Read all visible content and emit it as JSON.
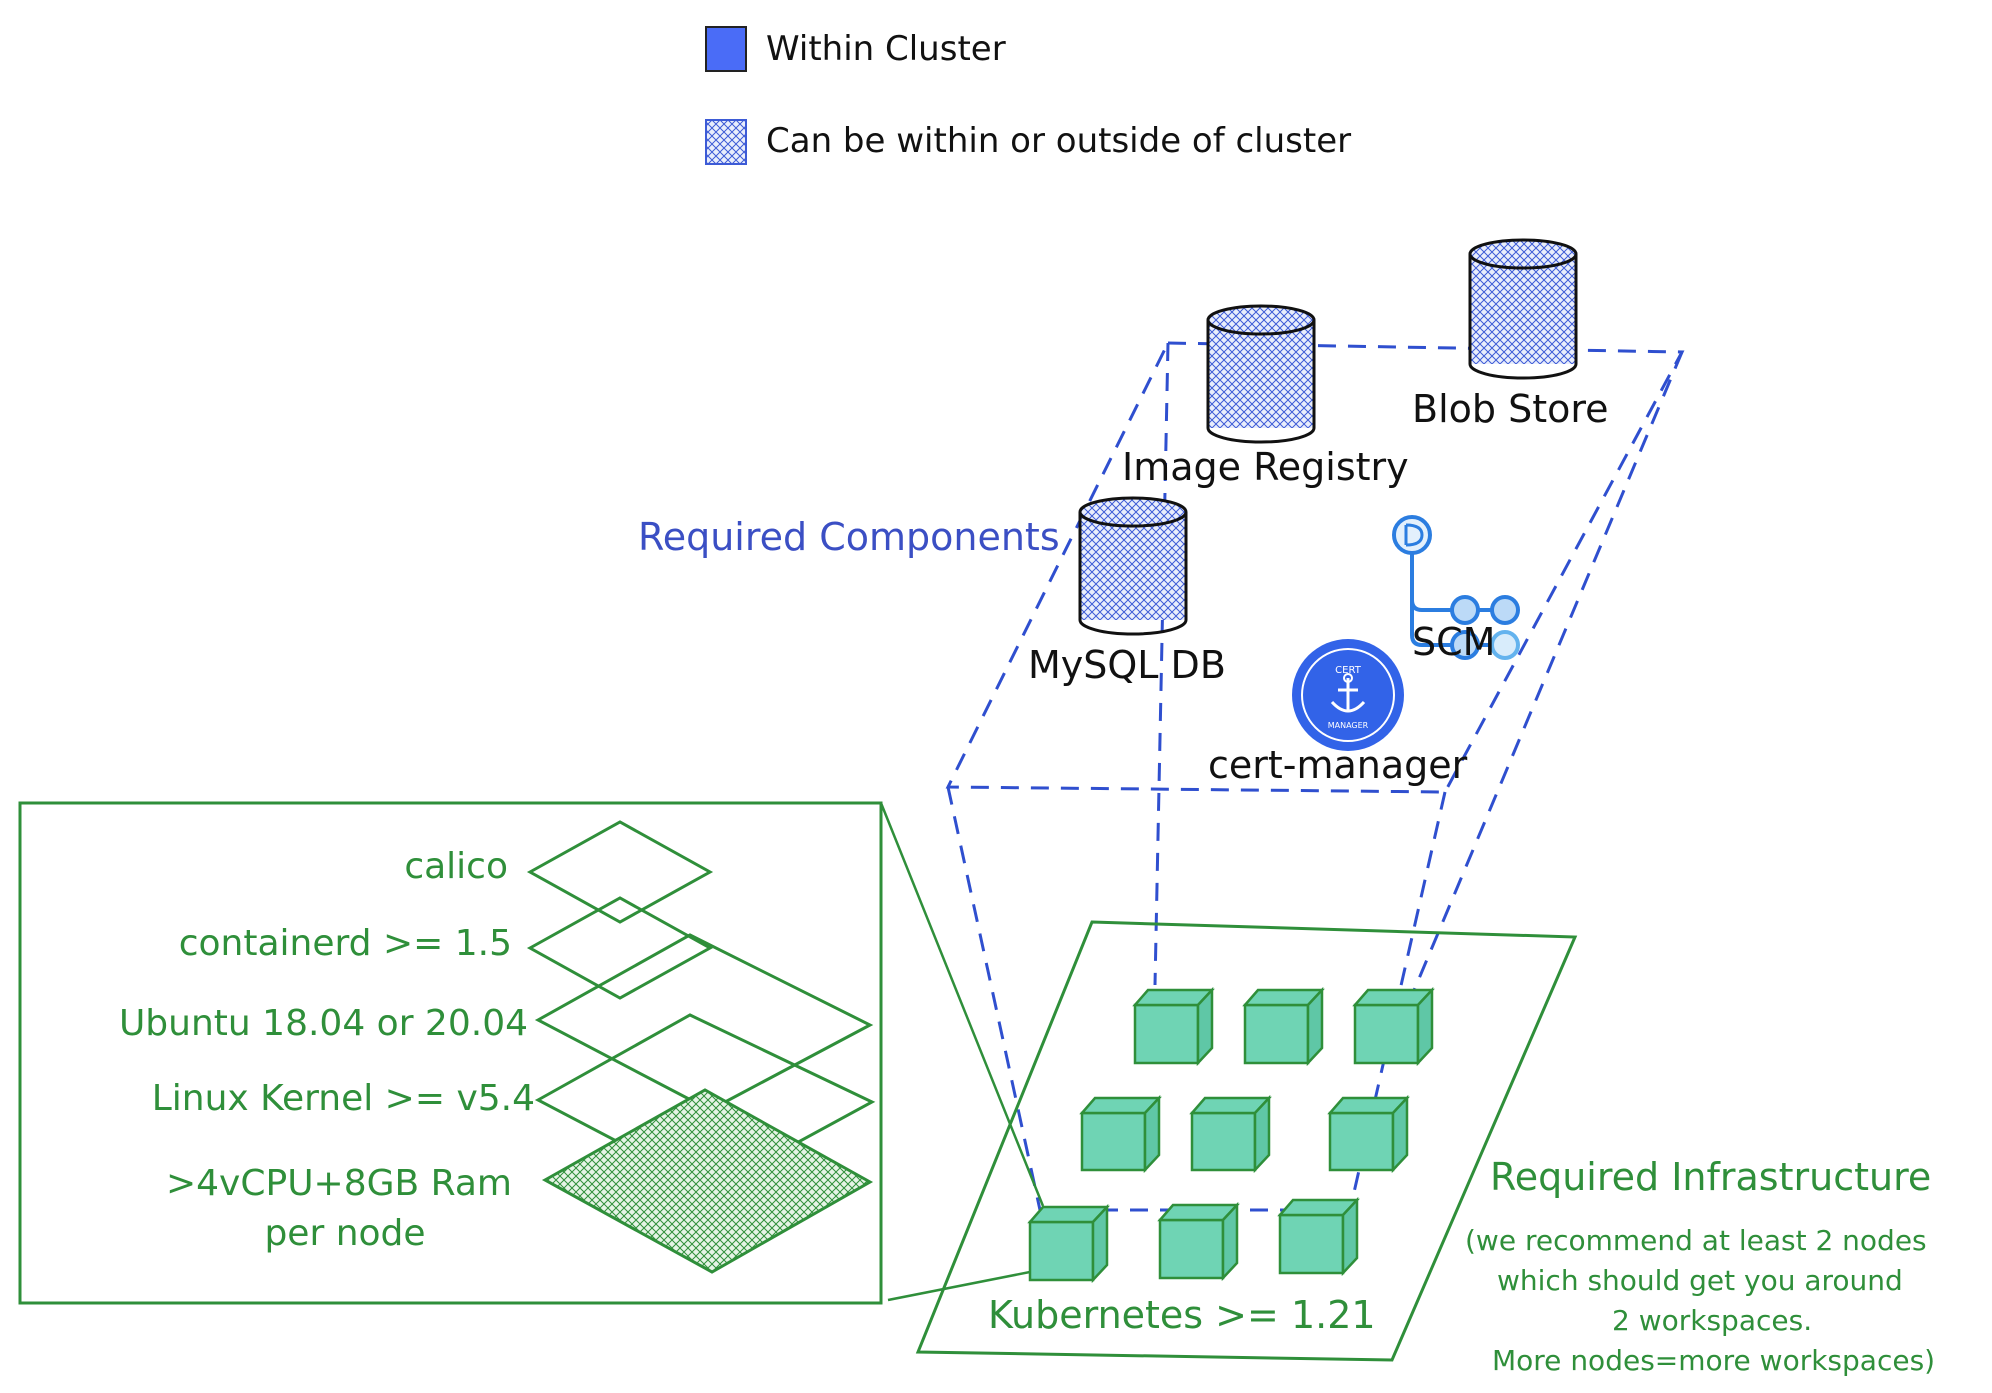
{
  "legend": {
    "within_cluster": "Within Cluster",
    "within_or_outside": "Can be within or outside of cluster"
  },
  "components": {
    "section_label": "Required Components",
    "image_registry": "Image Registry",
    "blob_store": "Blob Store",
    "mysql_db": "MySQL DB",
    "scm": "SCM",
    "cert_manager": "cert-manager",
    "cert_manager_logo_top": "CERT",
    "cert_manager_logo_bottom": "MANAGER"
  },
  "infrastructure": {
    "section_label": "Required Infrastructure",
    "note_line1": "(we recommend at least 2 nodes",
    "note_line2": "which should get you around",
    "note_line3": "2 workspaces.",
    "note_line4": "More nodes=more workspaces)",
    "kubernetes": "Kubernetes >= 1.21"
  },
  "node_stack": {
    "calico": "calico",
    "containerd": "containerd >= 1.5",
    "ubuntu": "Ubuntu 18.04 or 20.04",
    "kernel": "Linux Kernel >= v5.4",
    "hardware_line1": ">4vCPU+8GB Ram",
    "hardware_line2": "per node"
  },
  "colors": {
    "within_cluster": "#4a6cf7",
    "hatch_blue": "#3d5bd6",
    "dashed_blue": "#2f4fcf",
    "green": "#2f8f3a",
    "node_fill": "#6fd4b4",
    "black": "#111111"
  }
}
